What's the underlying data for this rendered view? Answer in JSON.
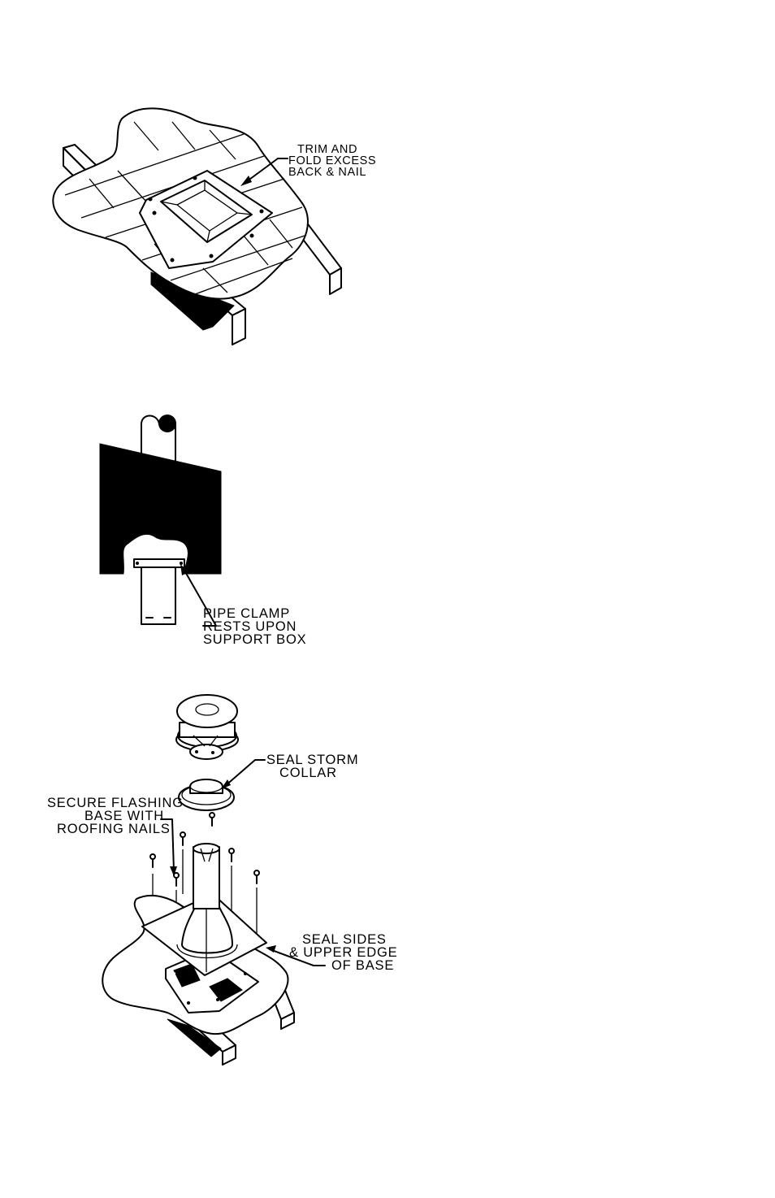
{
  "figures": [
    {
      "name": "roof-flashing-trim",
      "callout": [
        "TRIM AND",
        "FOLD EXCESS",
        "BACK & NAIL"
      ]
    },
    {
      "name": "pipe-clamp-support-box",
      "callout": [
        "PIPE CLAMP",
        "RESTS UPON",
        "SUPPORT BOX"
      ]
    },
    {
      "name": "flashing-storm-collar-assembly",
      "callouts": {
        "storm_collar": [
          "SEAL STORM",
          "COLLAR"
        ],
        "nails": [
          "SECURE FLASHING",
          "BASE WITH",
          "ROOFING NAILS"
        ],
        "edge": [
          "SEAL SIDES",
          "& UPPER EDGE",
          "OF BASE"
        ]
      }
    }
  ]
}
